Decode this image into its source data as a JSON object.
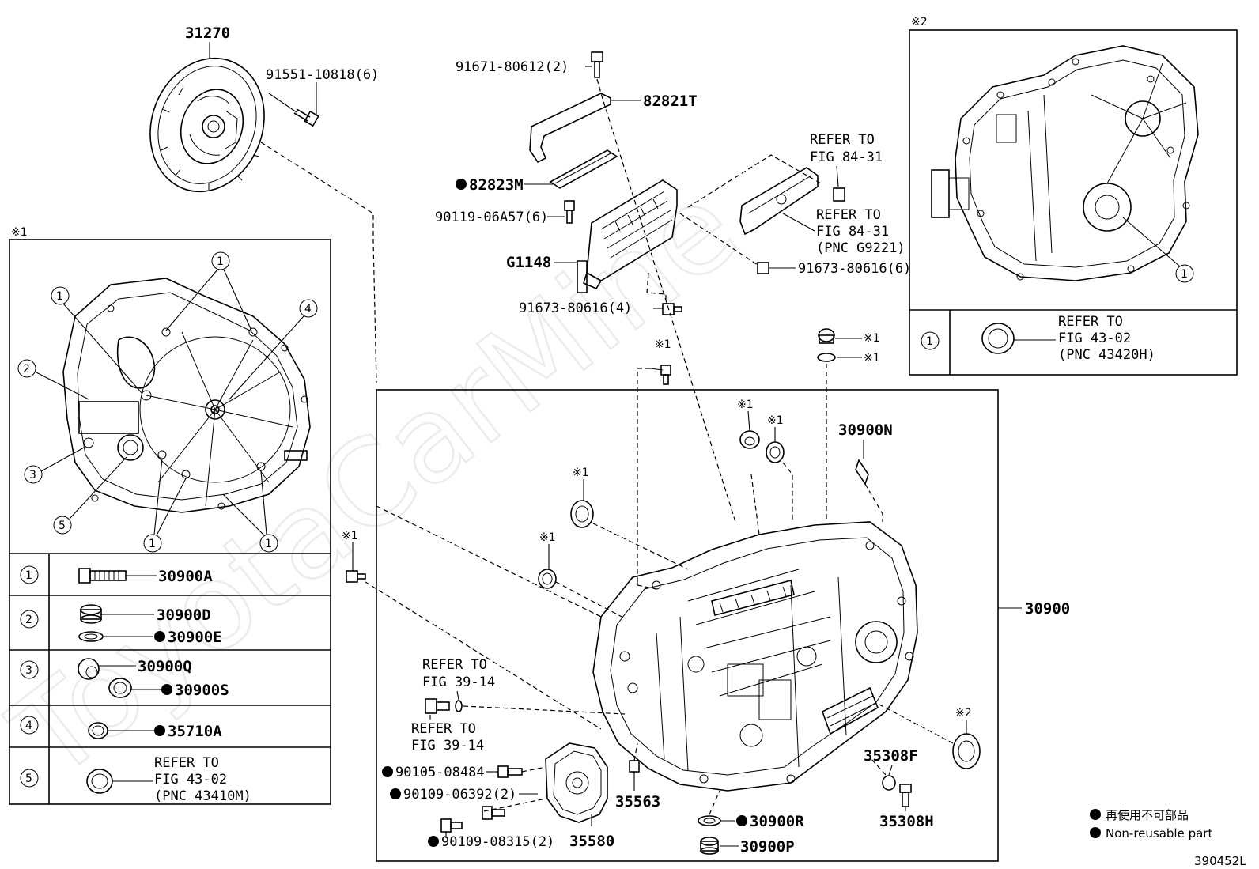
{
  "watermark": "ToyotaCarMine",
  "diagram_code": "390452L",
  "legend": {
    "line1": "再使用不可部品",
    "line2": "Non-reusable part"
  },
  "markers": {
    "ref1": "※1",
    "ref2": "※2"
  },
  "callout_nums": {
    "one": "1",
    "two": "2",
    "three": "3",
    "four": "4",
    "five": "5"
  },
  "parts": {
    "p31270": "31270",
    "p91551": "91551-10818(6)",
    "p91671": "91671-80612(2)",
    "p82821t": "82821T",
    "p82823m": "82823M",
    "p90119": "90119-06A57(6)",
    "pg1148": "G1148",
    "p91673a": "91673-80616(4)",
    "p91673b": "91673-80616(6)",
    "p30900n": "30900N",
    "p30900": "30900",
    "p35308f": "35308F",
    "p35308h": "35308H",
    "p30900r": "30900R",
    "p30900p": "30900P",
    "p35563": "35563",
    "p35580": "35580",
    "p90105": "90105-08484",
    "p90109a": "90109-06392(2)",
    "p90109b": "90109-08315(2)"
  },
  "refs": {
    "r84a_1": "REFER TO",
    "r84a_2": "FIG 84-31",
    "r84b_1": "REFER TO",
    "r84b_2": "FIG 84-31",
    "r84b_3": "(PNC G9221)",
    "r39a_1": "REFER TO",
    "r39a_2": "FIG 39-14",
    "r39b_1": "REFER TO",
    "r39b_2": "FIG 39-14"
  },
  "table1": {
    "r1_part": "30900A",
    "r2_part_a": "30900D",
    "r2_part_b": "30900E",
    "r3_part_a": "30900Q",
    "r3_part_b": "30900S",
    "r4_part": "35710A",
    "r5_ref1": "REFER TO",
    "r5_ref2": "FIG 43-02",
    "r5_ref3": "(PNC 43410M)"
  },
  "table2": {
    "r1_ref1": "REFER TO",
    "r1_ref2": "FIG 43-02",
    "r1_ref3": "(PNC 43420H)"
  }
}
